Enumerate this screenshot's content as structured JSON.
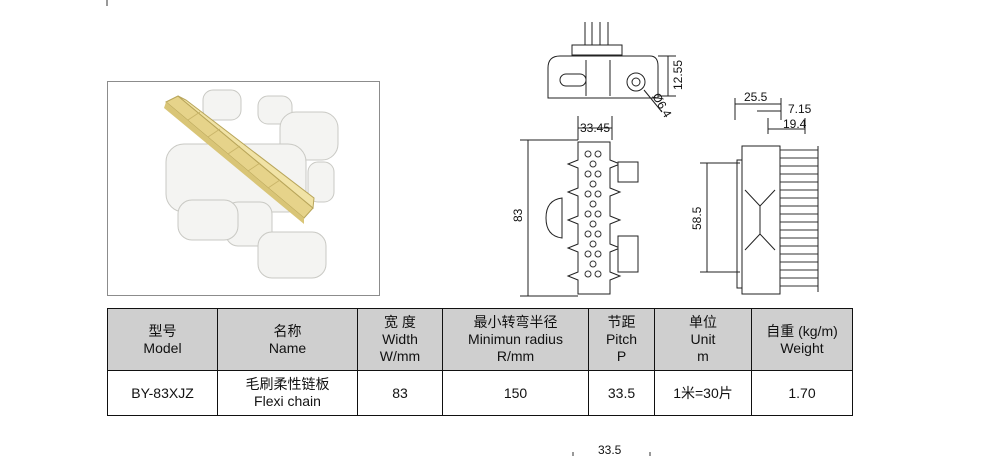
{
  "photo": {
    "subject": "flexi-chain-photo"
  },
  "dimensions": {
    "top_height": "12.55",
    "hole_diameter": "Ø6.4",
    "pitch_width": "33.45",
    "overall_length": "83",
    "side_depth": "25.5",
    "brush_offset": "7.15",
    "brush_width": "19.4",
    "side_height": "58.5",
    "bottom_pitch": "33.5"
  },
  "table": {
    "headers": [
      {
        "lines": [
          "型号",
          "Model"
        ]
      },
      {
        "lines": [
          "名称",
          "Name"
        ]
      },
      {
        "lines": [
          "宽 度",
          "Width",
          "W/mm"
        ]
      },
      {
        "lines": [
          "最小转弯半径",
          "Minimun radius",
          "R/mm"
        ]
      },
      {
        "lines": [
          "节距",
          "Pitch",
          "P"
        ]
      },
      {
        "lines": [
          "单位",
          "Unit",
          "m"
        ]
      },
      {
        "lines": [
          "自重 (kg/m)",
          "Weight"
        ]
      }
    ],
    "row": {
      "model": "BY-83XJZ",
      "name_cn": "毛刷柔性链板",
      "name_en": "Flexi chain",
      "width": "83",
      "radius": "150",
      "pitch": "33.5",
      "unit": "1米=30片",
      "weight": "1.70"
    }
  }
}
